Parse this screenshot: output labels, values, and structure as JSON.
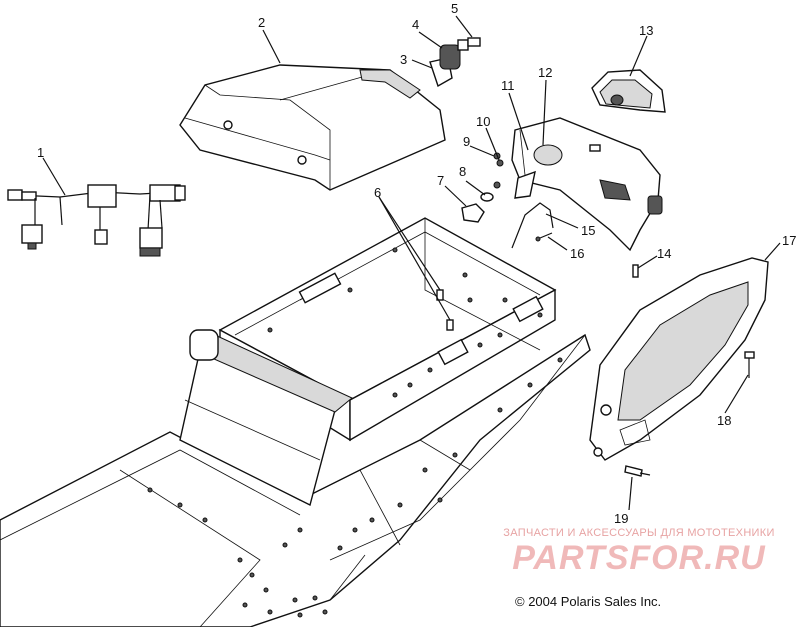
{
  "callouts": [
    {
      "id": "1",
      "label": "1"
    },
    {
      "id": "2",
      "label": "2"
    },
    {
      "id": "3",
      "label": "3"
    },
    {
      "id": "4",
      "label": "4"
    },
    {
      "id": "5",
      "label": "5"
    },
    {
      "id": "6",
      "label": "6"
    },
    {
      "id": "7",
      "label": "7"
    },
    {
      "id": "8",
      "label": "8"
    },
    {
      "id": "9",
      "label": "9"
    },
    {
      "id": "10",
      "label": "10"
    },
    {
      "id": "11",
      "label": "11"
    },
    {
      "id": "12",
      "label": "12"
    },
    {
      "id": "13",
      "label": "13"
    },
    {
      "id": "14",
      "label": "14"
    },
    {
      "id": "15",
      "label": "15"
    },
    {
      "id": "16",
      "label": "16"
    },
    {
      "id": "17",
      "label": "17"
    },
    {
      "id": "18",
      "label": "18"
    },
    {
      "id": "19",
      "label": "19"
    }
  ],
  "watermark": {
    "tagline": "ЗАПЧАСТИ И АКСЕССУАРЫ ДЛЯ МОТОТЕХНИКИ",
    "logo": "PARTSFOR.RU"
  },
  "copyright": "© 2004 Polaris Sales Inc.",
  "colors": {
    "line": "#111111",
    "watermark": "#f0b9b9",
    "background": "#ffffff"
  }
}
